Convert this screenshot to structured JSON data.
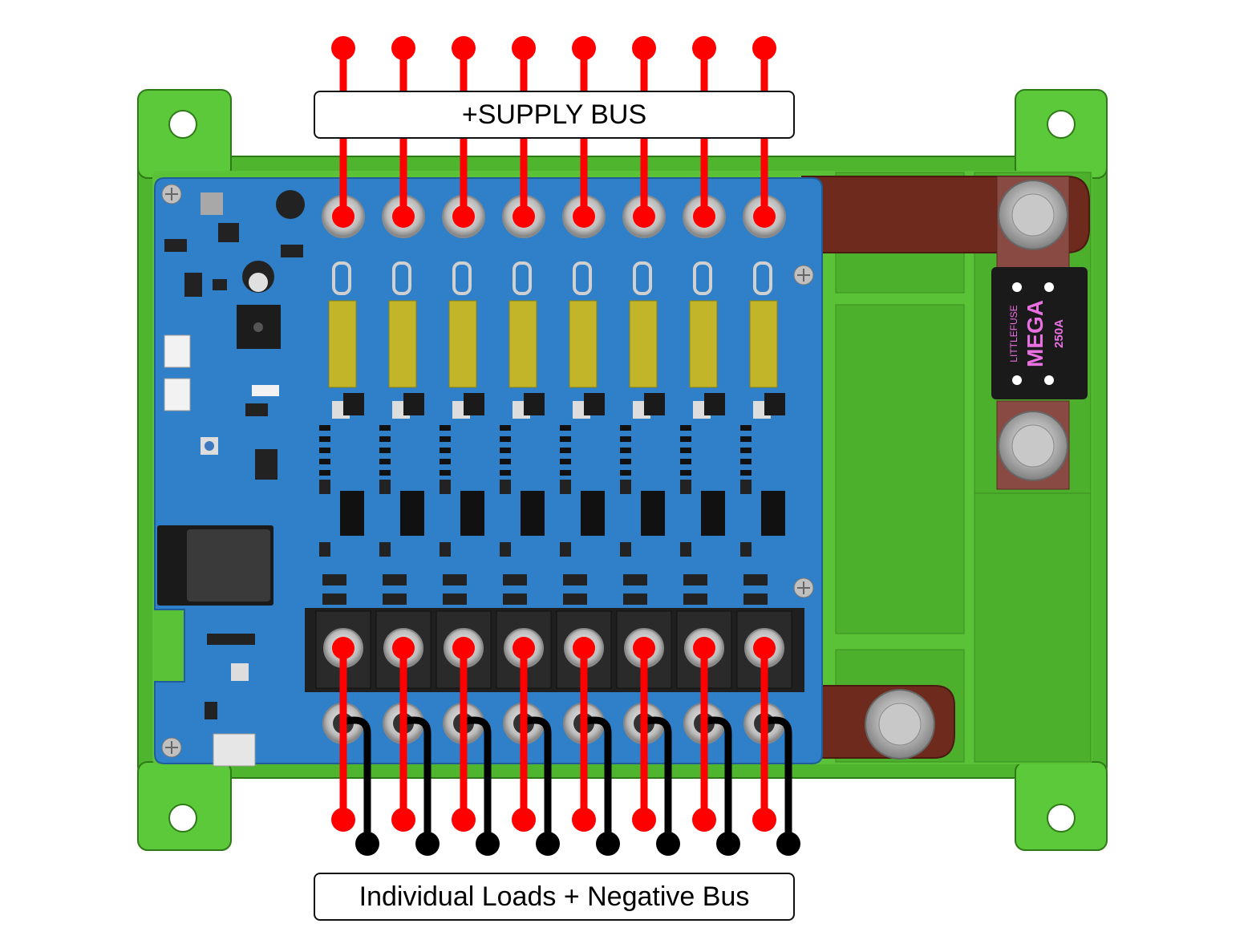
{
  "labels": {
    "supply_bus": "+SUPPLY BUS",
    "loads_bus": "Individual Loads + Negative Bus"
  },
  "fuse": {
    "brand": "LITTLEFUSE",
    "model": "MEGA",
    "rating": "250A"
  },
  "channels": 8,
  "colors": {
    "enclosure": "#5cc93a",
    "pcb": "#2f80c9",
    "positive_wire": "#ff0000",
    "negative_wire": "#000000",
    "busbar": "#6e2a1c",
    "fuse_text": "#e870e0",
    "fuse_body": "#1a1a1a",
    "resistor": "#c2b52a",
    "terminal_block": "#1f1f1f"
  },
  "icons": [
    "screw-icon",
    "terminal-post-icon",
    "fuse-icon",
    "usb-c-icon",
    "buzzer-icon",
    "mcu-module-icon"
  ]
}
